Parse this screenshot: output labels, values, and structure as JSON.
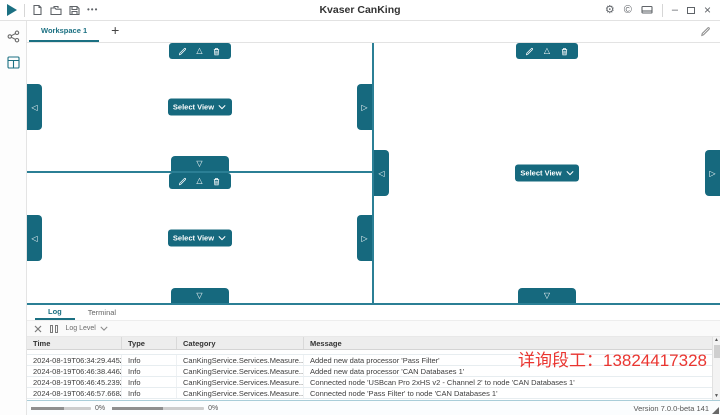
{
  "titlebar": {
    "title": "Kvaser CanKing",
    "more_glyph": "•••",
    "settings_glyph": "⚙",
    "about_glyph": "©",
    "minimize_glyph": "–",
    "close_glyph": "×"
  },
  "workspace_bar": {
    "tab_label": "Workspace 1",
    "add_label": "+"
  },
  "panels": {
    "select_view_label": "Select View",
    "glyphs": {
      "up": "△",
      "down": "▽",
      "left": "◁",
      "right": "▷"
    }
  },
  "log_panel": {
    "tabs": {
      "log": "Log",
      "terminal": "Terminal"
    },
    "toolbar": {
      "log_level_label": "Log Level"
    },
    "scroll": {
      "up_glyph": "▲",
      "down_glyph": "▼"
    },
    "table": {
      "columns": [
        "Time",
        "Type",
        "Category",
        "Message"
      ],
      "rows": [
        [
          "2024-08-19T06:34:29.445Z",
          "Info",
          "CanKingService.Services.Measure...",
          "Added new data processor 'Pass Filter'"
        ],
        [
          "2024-08-19T06:46:38.446Z",
          "Info",
          "CanKingService.Services.Measure...",
          "Added new data processor 'CAN Databases 1'"
        ],
        [
          "2024-08-19T06:46:45.239Z",
          "Info",
          "CanKingService.Services.Measure...",
          "Connected node 'USBcan Pro 2xHS v2 - Channel 2' to node 'CAN Databases 1'"
        ],
        [
          "2024-08-19T06:46:57.668Z",
          "Info",
          "CanKingService.Services.Measure...",
          "Connected node 'Pass Filter' to node 'CAN Databases 1'"
        ]
      ]
    }
  },
  "watermark": "详询段工：13824417328",
  "status_bar": {
    "progress": [
      {
        "label": "0%"
      },
      {
        "label": "0%"
      }
    ],
    "version": "Version 7.0.0-beta 141"
  },
  "colors": {
    "accent": "#16697e",
    "divider": "#2b7f95",
    "watermark_red": "#e8251f"
  }
}
